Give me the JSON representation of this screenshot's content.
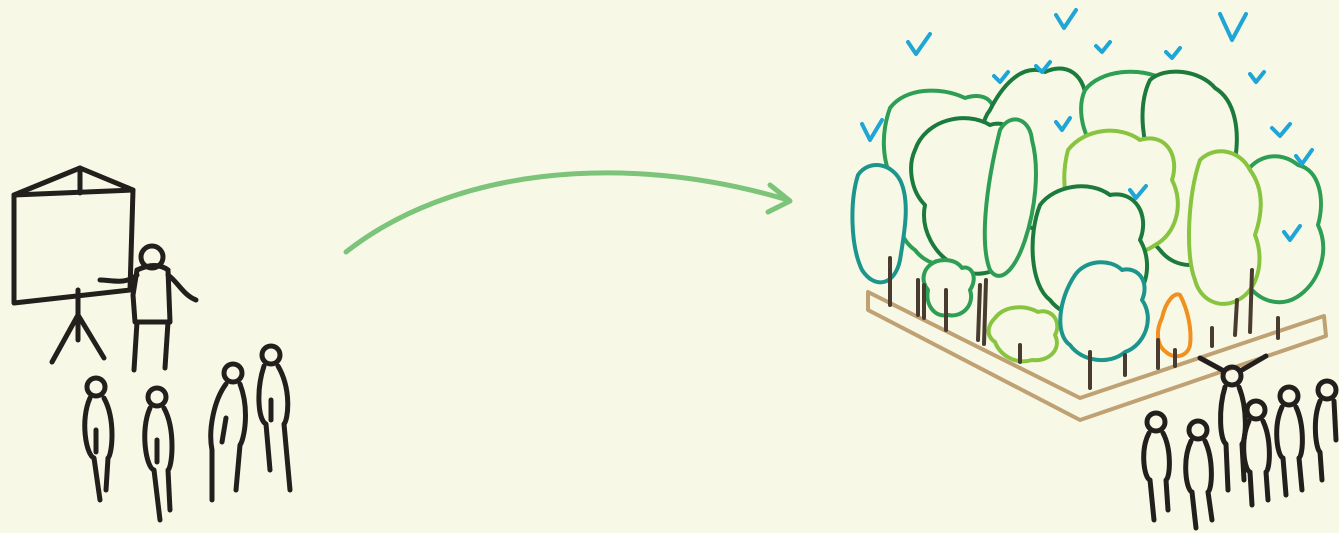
{
  "colors": {
    "background": "#f7f9e6",
    "ink": "#221f1c",
    "arrow": "#7cc47a",
    "bed_border": "#c0a173",
    "bird": "#1fa5d6",
    "tree_dark": "#1b7a3c",
    "tree_mid": "#2f9e55",
    "tree_light": "#88c440",
    "tree_teal": "#1c958c",
    "tree_orange": "#f0901e",
    "trunk": "#4a3b30"
  },
  "scene": {
    "left_group": "presenter-with-flipchart-and-audience",
    "arrow": "curved-arrow-right",
    "right_group": "planted-forest-bed-with-celebrating-people",
    "icons": [
      "flipchart-icon",
      "presenter-icon",
      "person-icon",
      "tree-icon",
      "bird-icon",
      "raised-bed-icon",
      "arrow-icon"
    ]
  }
}
